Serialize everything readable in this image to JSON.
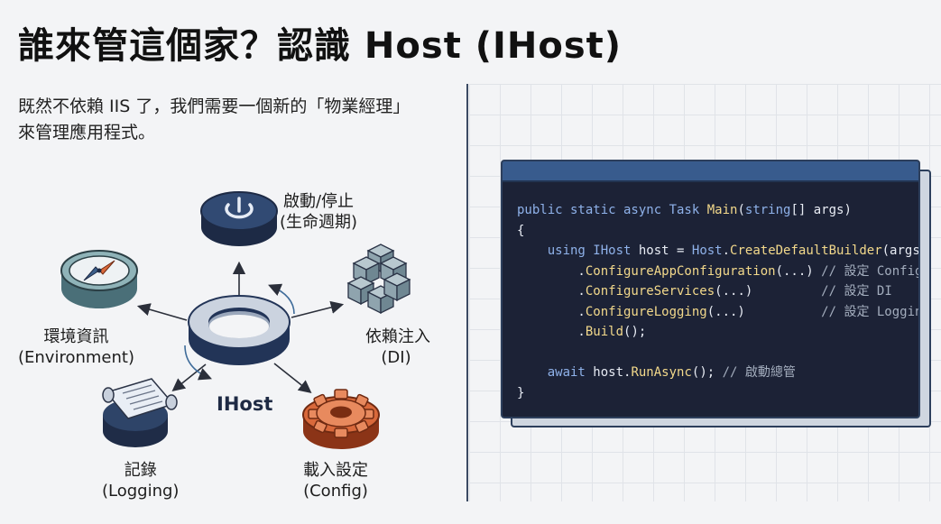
{
  "slide": {
    "title": "誰來管這個家？認識 Host (IHost)",
    "intro_line1": "既然不依賴 IIS 了，我們需要一個新的「物業經理」",
    "intro_line2": "來管理應用程式。"
  },
  "diagram": {
    "center": "IHost",
    "nodes": [
      {
        "line1": "啟動/停止",
        "line2": "(生命週期)",
        "icon": "power-icon"
      },
      {
        "line1": "依賴注入",
        "line2": "(DI)",
        "icon": "cubes-icon"
      },
      {
        "line1": "載入設定",
        "line2": "(Config)",
        "icon": "gear-icon"
      },
      {
        "line1": "記錄",
        "line2": "(Logging)",
        "icon": "scroll-icon"
      },
      {
        "line1": "環境資訊",
        "line2": "(Environment)",
        "icon": "compass-icon"
      }
    ]
  },
  "code": {
    "lines": [
      [
        {
          "t": "public static async ",
          "c": "kw"
        },
        {
          "t": "Task ",
          "c": "ty"
        },
        {
          "t": "Main",
          "c": "fn"
        },
        {
          "t": "(",
          "c": "pl"
        },
        {
          "t": "string",
          "c": "kw"
        },
        {
          "t": "[] args)",
          "c": "pl"
        }
      ],
      [
        {
          "t": "{",
          "c": "pl"
        }
      ],
      [
        {
          "t": "    using ",
          "c": "kw"
        },
        {
          "t": "IHost ",
          "c": "ty"
        },
        {
          "t": "host = ",
          "c": "pl"
        },
        {
          "t": "Host",
          "c": "ty"
        },
        {
          "t": ".",
          "c": "pl"
        },
        {
          "t": "CreateDefaultBuilder",
          "c": "fn"
        },
        {
          "t": "(args)",
          "c": "pl"
        }
      ],
      [
        {
          "t": "        .",
          "c": "pl"
        },
        {
          "t": "ConfigureAppConfiguration",
          "c": "fn"
        },
        {
          "t": "(...) ",
          "c": "pl"
        },
        {
          "t": "// 設定 Config",
          "c": "cm"
        }
      ],
      [
        {
          "t": "        .",
          "c": "pl"
        },
        {
          "t": "ConfigureServices",
          "c": "fn"
        },
        {
          "t": "(...)         ",
          "c": "pl"
        },
        {
          "t": "// 設定 DI",
          "c": "cm"
        }
      ],
      [
        {
          "t": "        .",
          "c": "pl"
        },
        {
          "t": "ConfigureLogging",
          "c": "fn"
        },
        {
          "t": "(...)          ",
          "c": "pl"
        },
        {
          "t": "// 設定 Logging",
          "c": "cm"
        }
      ],
      [
        {
          "t": "        .",
          "c": "pl"
        },
        {
          "t": "Build",
          "c": "fn"
        },
        {
          "t": "();",
          "c": "pl"
        }
      ],
      [],
      [
        {
          "t": "    await ",
          "c": "kw"
        },
        {
          "t": "host.",
          "c": "pl"
        },
        {
          "t": "RunAsync",
          "c": "fn"
        },
        {
          "t": "(); ",
          "c": "pl"
        },
        {
          "t": "// 啟動總管",
          "c": "cm"
        }
      ],
      [
        {
          "t": "}",
          "c": "pl"
        }
      ]
    ]
  },
  "colors": {
    "code_bg": "#1c2236",
    "code_bar": "#385b8d",
    "keyword": "#8fb2ea",
    "method": "#f3d98b",
    "comment": "#a3adbd",
    "ring": "#c9d0dc",
    "accent_orange": "#d9693b"
  }
}
